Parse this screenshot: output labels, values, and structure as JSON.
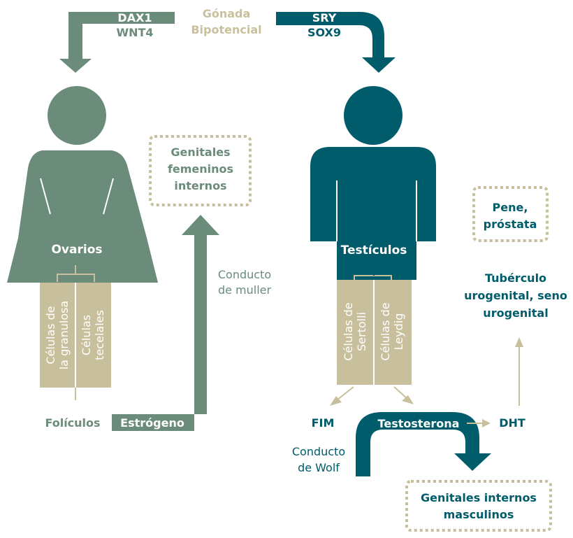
{
  "colors": {
    "female": "#6b8c7a",
    "male": "#005c6b",
    "beige": "#c8bf9c",
    "white": "#ffffff"
  },
  "top": {
    "female_genes_1": "DAX1",
    "female_genes_2": "WNT4",
    "center_1": "Gónada",
    "center_2": "Bipotencial",
    "male_genes_1": "SRY",
    "male_genes_2": "SOX9"
  },
  "female": {
    "gonad": "Ovarios",
    "cell_1a": "Células de",
    "cell_1b": "la granulosa",
    "cell_2a": "Células",
    "cell_2b": "tecelales",
    "follicles": "Folículos",
    "hormone": "Estrógeno",
    "duct_1": "Conducto",
    "duct_2": "de muller",
    "genitals_1": "Genitales",
    "genitals_2": "femeninos",
    "genitals_3": "internos"
  },
  "male": {
    "gonad": "Testículos",
    "cell_1a": "Células de",
    "cell_1b": "Sertolli",
    "cell_2a": "Células de",
    "cell_2b": "Leydig",
    "fim": "FIM",
    "hormone": "Testosterona",
    "dht": "DHT",
    "duct_1": "Conducto",
    "duct_2": "de Wolf",
    "genitals_1": "Genitales internos",
    "genitals_2": "masculinos",
    "ext_1": "Pene,",
    "ext_2": "próstata",
    "tub_1": "Tubérculo",
    "tub_2": "urogenital, seno",
    "tub_3": "urogenital"
  }
}
